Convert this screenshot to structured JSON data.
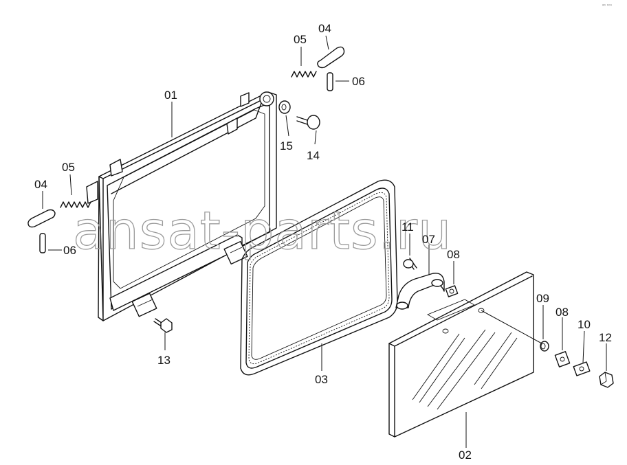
{
  "watermark": "ansat-parts.ru",
  "corner_mark": "₈₀ ₀₀₀",
  "callouts": {
    "c01": "01",
    "c02": "02",
    "c03": "03",
    "c04a": "04",
    "c04b": "04",
    "c05a": "05",
    "c05b": "05",
    "c06a": "06",
    "c06b": "06",
    "c07": "07",
    "c08a": "08",
    "c08b": "08",
    "c09": "09",
    "c10": "10",
    "c11": "11",
    "c12": "12",
    "c13": "13",
    "c14": "14",
    "c15": "15"
  }
}
